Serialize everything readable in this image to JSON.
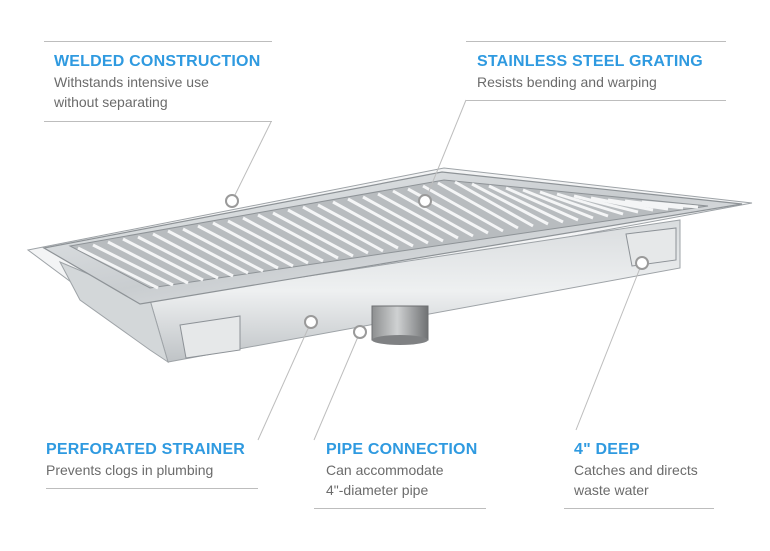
{
  "callouts": {
    "welded": {
      "title": "WELDED CONSTRUCTION",
      "line1": "Withstands intensive use",
      "line2": "without separating"
    },
    "grating": {
      "title": "STAINLESS STEEL GRATING",
      "line1": "Resists bending and warping"
    },
    "strainer": {
      "title": "PERFORATED STRAINER",
      "line1": "Prevents clogs in plumbing"
    },
    "pipe": {
      "title": "PIPE CONNECTION",
      "line1": "Can accommodate",
      "line2": "4\"-diameter pipe"
    },
    "deep": {
      "title": "4\" DEEP",
      "line1": "Catches and directs",
      "line2": "waste water"
    }
  },
  "colors": {
    "title_accent": "#2f9ae0",
    "description_text": "#6b6b6b",
    "leader_line": "#bdbdbd"
  }
}
